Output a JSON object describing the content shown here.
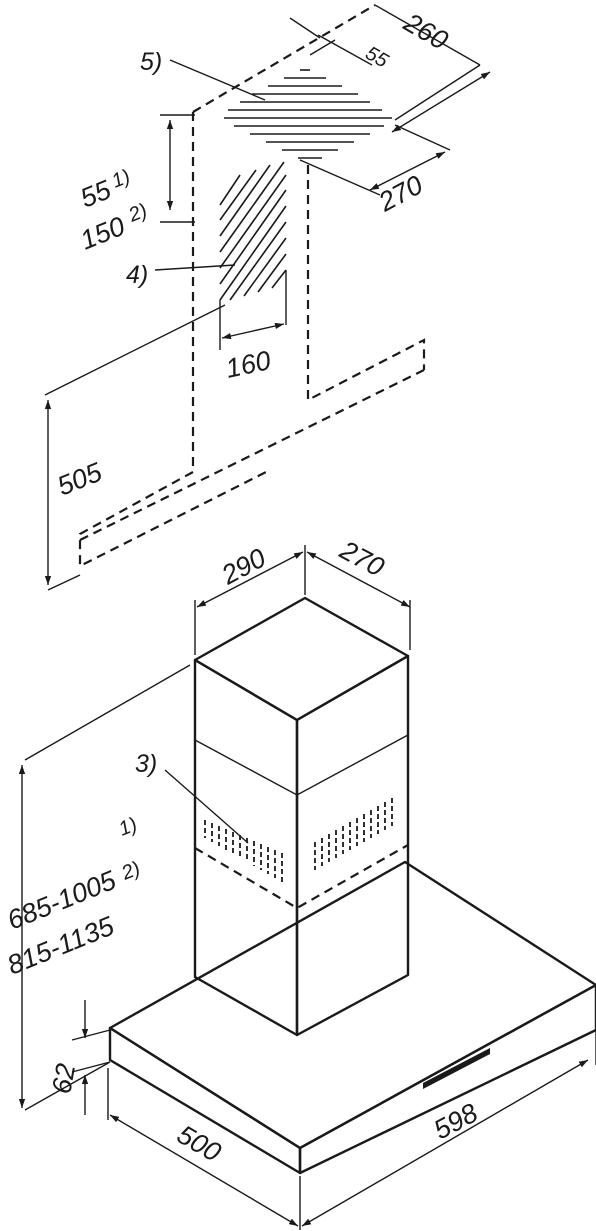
{
  "title": "",
  "dimensions": {
    "top_width": "260",
    "top_offset": "55",
    "top_depth": "270",
    "min_gap_1": "55",
    "min_gap_1_note": "1)",
    "min_gap_2": "150",
    "min_gap_2_note": "2)",
    "socket_width": "160",
    "clearance": "505",
    "chimney_width": "290",
    "chimney_depth": "270",
    "height_range_1": "685-1005",
    "height_range_1_note": "1)",
    "height_range_2": "815-1135",
    "height_range_2_note": "2)",
    "canopy_height": "62",
    "canopy_depth": "500",
    "canopy_width": "598"
  },
  "callouts": {
    "air_vents": "3)",
    "electrical_socket": "4)",
    "duct_outlet": "5)"
  },
  "colors": {
    "hood_fill": "#d6d6d6",
    "line": "#1a1a1a",
    "background": "#ffffff"
  }
}
